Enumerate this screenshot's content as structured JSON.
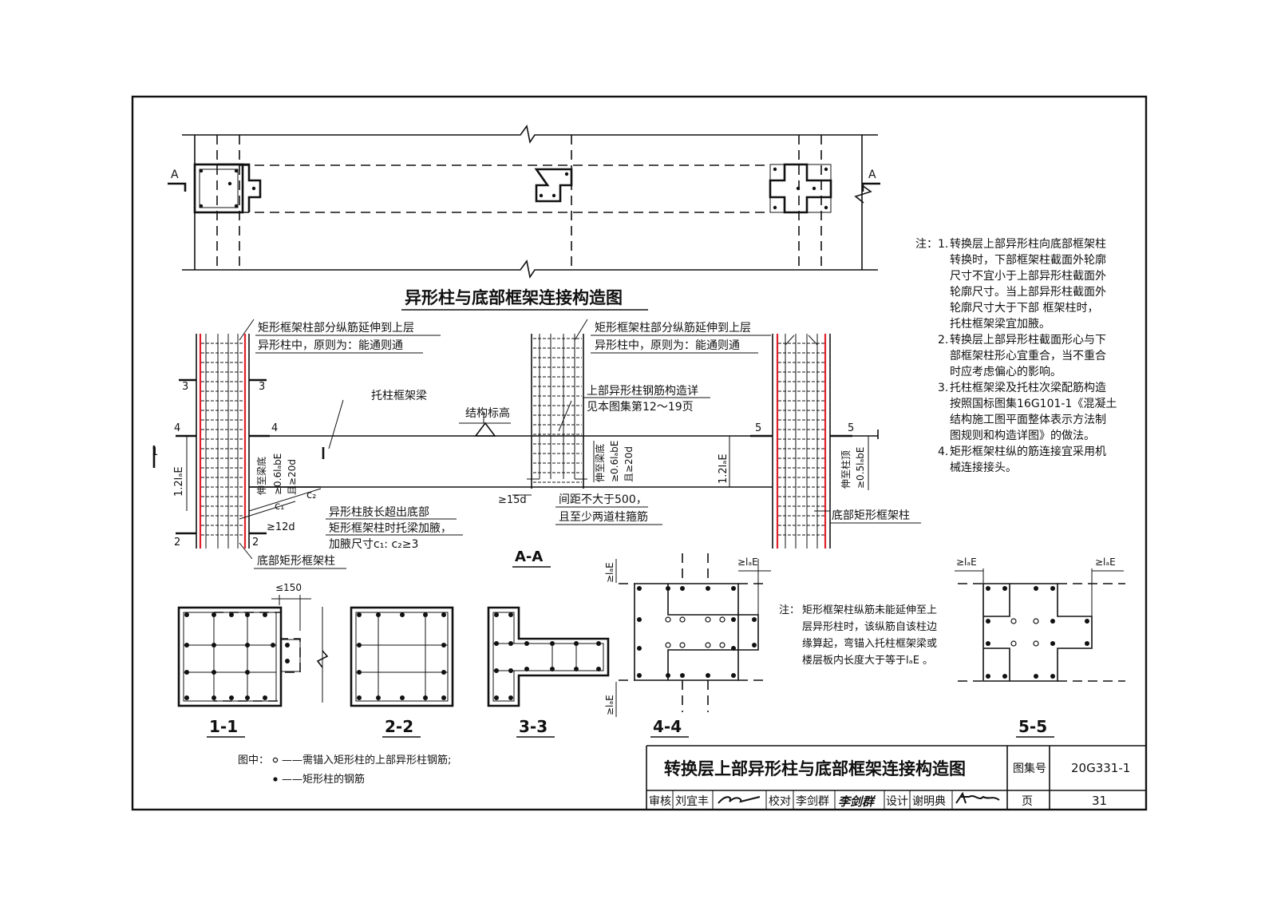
{
  "plan": {
    "title": "异形柱与底部框架连接构造图",
    "section_mark": "A"
  },
  "section_aa": {
    "label": "A-A",
    "sec_marks": [
      "1",
      "2",
      "3",
      "4",
      "5"
    ],
    "note_left_top": [
      "矩形框架柱部分纵筋延伸到上层",
      "异形柱中，原则为：能通则通"
    ],
    "note_mid_top": [
      "矩形框架柱部分纵筋延伸到上层",
      "异形柱中，原则为：能通则通"
    ],
    "beam_label": "托柱框架梁",
    "elev_label": "结构标高",
    "rebar_ref": [
      "上部异形柱钢筋构造详",
      "见本图集第12～19页"
    ],
    "left_dim": "1.2lₐE",
    "right_dim": "1.2lₐE",
    "anchor_left": [
      "伸至梁底",
      "≥0.6lₐbE",
      "且≥20d"
    ],
    "anchor_mid": [
      "伸至梁底",
      "≥0.6lₐbE",
      "且≥20d"
    ],
    "anchor_right": [
      "伸至柱顶",
      "≥0.5lₐbE"
    ],
    "c1": "c₁",
    "c2": "c₂",
    "dim_12d": "≥12d",
    "dim_15d": "≥15d",
    "haunch_note": [
      "异形柱肢长超出底部",
      "矩形框架柱时托梁加腋，",
      "加腋尺寸c₁: c₂≥3"
    ],
    "bottom_col_left": "底部矩形框架柱",
    "bottom_col_right": "底部矩形框架柱",
    "stirrup_note": [
      "间距不大于500，",
      "且至少两道柱箍筋"
    ]
  },
  "sections": {
    "s11": "1-1",
    "s22": "2-2",
    "s33": "3-3",
    "s44": "4-4",
    "s55": "5-5",
    "dim_150": "≤150",
    "lae": "≥lₐE"
  },
  "notes": {
    "head": "注：",
    "items": [
      [
        "1.",
        "转换层上部异形柱向底部框架柱",
        "转换时，下部框架柱截面外轮廓",
        "尺寸不宜小于上部异形柱截面外",
        "轮廓尺寸。当上部异形柱截面外",
        "轮廓尺寸大于下部 框架柱时，",
        "托柱框架梁宜加腋。"
      ],
      [
        "2.",
        "转换层上部异形柱截面形心与下",
        "部框架柱形心宜重合，当不重合",
        "时应考虑偏心的影响。"
      ],
      [
        "3.",
        "托柱框架梁及托柱次梁配筋构造",
        "按照国标图集16G101-1《混凝土",
        "结构施工图平面整体表示方法制",
        "图规则和构造详图》的做法。"
      ],
      [
        "4.",
        "矩形框架柱纵的筋连接宜采用机",
        "械连接接头。"
      ]
    ]
  },
  "note2": {
    "head": "注：",
    "lines": [
      "矩形框架柱纵筋未能延伸至上",
      "层异形柱时，该纵筋自该柱边",
      "缘算起，弯锚入托柱框架梁或",
      "楼层板内长度大于等于lₐE 。"
    ]
  },
  "legend": {
    "head": "图中：",
    "hollow": "——需锚入矩形柱的上部异形柱钢筋;",
    "solid": "——矩形柱的钢筋"
  },
  "titleblock": {
    "title": "转换层上部异形柱与底部框架连接构造图",
    "atlas_label": "图集号",
    "atlas_no": "20G331-1",
    "review_label": "审核",
    "reviewer": "刘宜丰",
    "check_label": "校对",
    "checker": "李剑群",
    "design_label": "设计",
    "designer": "谢明典",
    "page_label": "页",
    "page_no": "31"
  }
}
